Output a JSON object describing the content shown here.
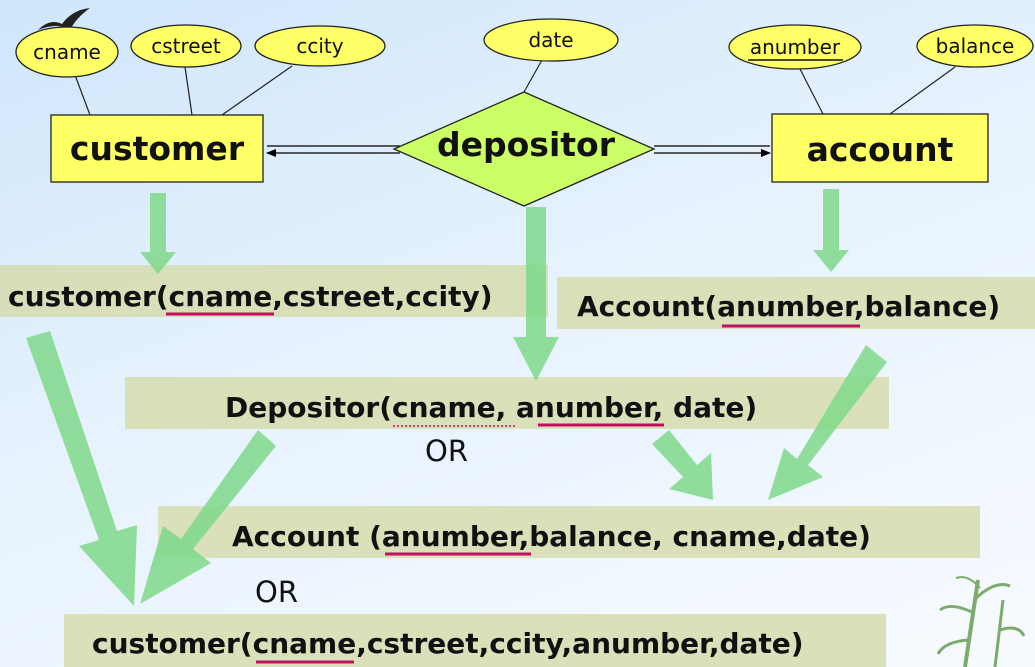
{
  "colors": {
    "entity_fill": "#ffff66",
    "relationship_fill": "#ccff66",
    "band_fill": "#d6ddb0",
    "arrow_fill": "#7fd88a",
    "key_underline": "#c0115f"
  },
  "entities": {
    "customer": "customer",
    "account": "account"
  },
  "relationship": {
    "depositor": "depositor"
  },
  "attributes": {
    "cname": "cname",
    "cstreet": "cstreet",
    "ccity": "ccity",
    "date": "date",
    "anumber": "anumber",
    "balance": "balance"
  },
  "relations": {
    "customer_r": {
      "name": "customer(",
      "key": "cname",
      "rest": ",cstreet,ccity)"
    },
    "account_r": {
      "name": "Account(",
      "key": "anumber",
      "rest": ",balance)"
    },
    "depositor_r": {
      "prefix": "Depositor(",
      "key1": "cname",
      "sep": ", ",
      "key2": "anumber",
      "rest": ", date)"
    },
    "account_merged": {
      "name": "Account (",
      "key": "anumber",
      "rest": ",balance, cname,date)"
    },
    "customer_merged": {
      "name": "customer(",
      "key": "cname",
      "rest": ",cstreet,ccity,anumber,date)"
    }
  },
  "or_labels": {
    "first": "OR",
    "second": "OR"
  }
}
